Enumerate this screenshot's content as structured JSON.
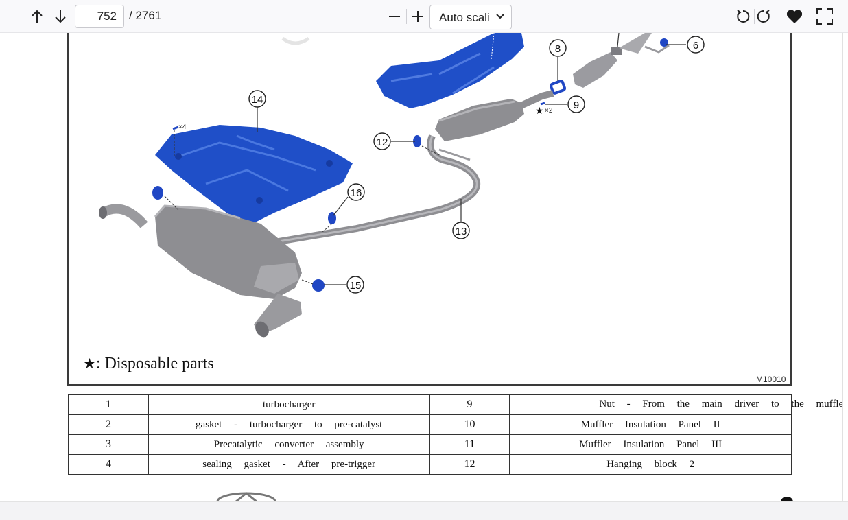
{
  "toolbar": {
    "prev_icon": "arrow-up-icon",
    "next_icon": "arrow-down-icon",
    "page_number": "752",
    "page_total": "/ 2761",
    "zoom_out_icon": "minus-icon",
    "zoom_in_icon": "plus-icon",
    "zoom_value": "Auto scali",
    "rotate_ccw_icon": "rotate-ccw-icon",
    "rotate_cw_icon": "rotate-cw-icon",
    "favorite_icon": "heart-icon",
    "fullscreen_icon": "fullscreen-icon"
  },
  "figure": {
    "callouts": [
      "14",
      "12",
      "16",
      "13",
      "15",
      "8",
      "9",
      "6"
    ],
    "multiplier_x4": "×4",
    "multiplier_x2": "×2",
    "legend_star": "★",
    "legend_text": ": Disposable parts",
    "figure_id": "M10010"
  },
  "parts_table": {
    "rows": [
      {
        "no_a": "1",
        "name_a": "turbocharger",
        "no_b": "9",
        "name_b": "Nut - From the main driver to the muffler"
      },
      {
        "no_a": "2",
        "name_a": "gasket - turbocharger to pre-catalyst",
        "no_b": "10",
        "name_b": "Muffler Insulation Panel II"
      },
      {
        "no_a": "3",
        "name_a": "Precatalytic converter assembly",
        "no_b": "11",
        "name_b": "Muffler Insulation Panel III"
      },
      {
        "no_a": "4",
        "name_a": "sealing gasket - After pre-trigger",
        "no_b": "12",
        "name_b": "Hanging block 2"
      }
    ]
  },
  "colors": {
    "part_blue": "#1f4fc8",
    "pipe_gray": "#8e8e92",
    "toolbar_bg": "#f9f9fb"
  }
}
